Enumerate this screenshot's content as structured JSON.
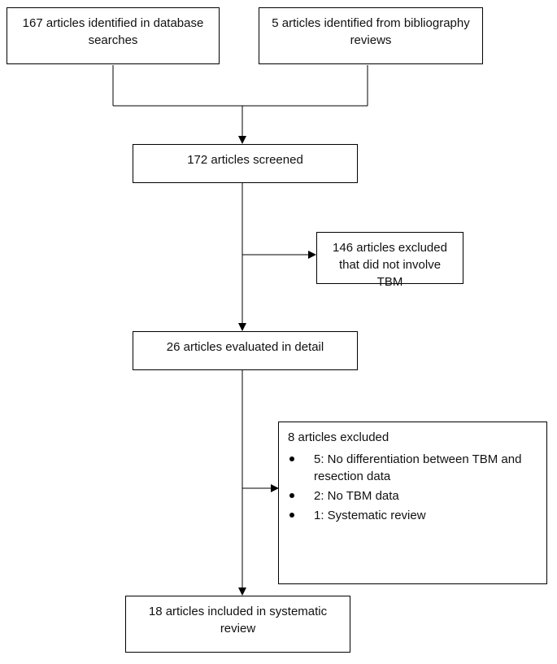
{
  "flow": {
    "box1": "167 articles identified in database searches",
    "box2": "5 articles identified from bibliography reviews",
    "box3": "172 articles screened",
    "box4": "146 articles excluded that did not involve TBM",
    "box5": "26 articles evaluated in detail",
    "box6": {
      "title": "8 articles excluded",
      "items": [
        "5: No differentiation between TBM and resection data",
        "2: No TBM data",
        "1: Systematic review"
      ]
    },
    "box7": "18 articles included in systematic review"
  }
}
